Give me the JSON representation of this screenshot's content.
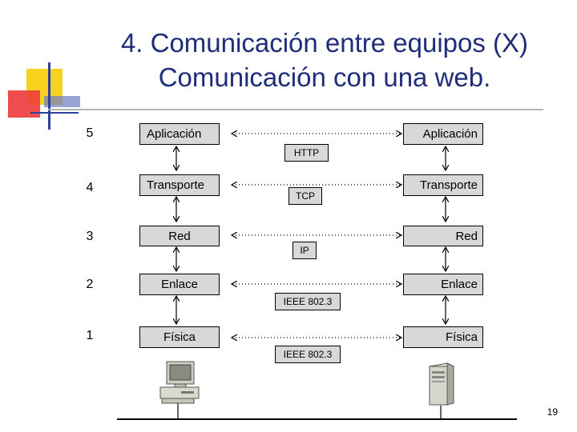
{
  "title": {
    "line1": "4. Comunicación entre equipos (X)",
    "line2": "Comunicación con una web."
  },
  "layers": [
    {
      "number": "5",
      "left": "Aplicación",
      "right": "Aplicación",
      "protocol": "HTTP"
    },
    {
      "number": "4",
      "left": "Transporte",
      "right": "Transporte",
      "protocol": "TCP"
    },
    {
      "number": "3",
      "left": "Red",
      "right": "Red",
      "protocol": "IP"
    },
    {
      "number": "2",
      "left": "Enlace",
      "right": "Enlace",
      "protocol": "IEEE 802.3"
    },
    {
      "number": "1",
      "left": "Física",
      "right": "Física",
      "protocol": "IEEE 802.3"
    }
  ],
  "devices": {
    "left": "desktop-computer-icon",
    "right": "server-tower-icon"
  },
  "page_number": "19",
  "colors": {
    "title": "#1f2d7a",
    "box_fill": "#d8d8d8",
    "deco_yellow": "#f7d21e",
    "deco_red": "#ee3b3b",
    "deco_blue": "#2b3f9c"
  }
}
